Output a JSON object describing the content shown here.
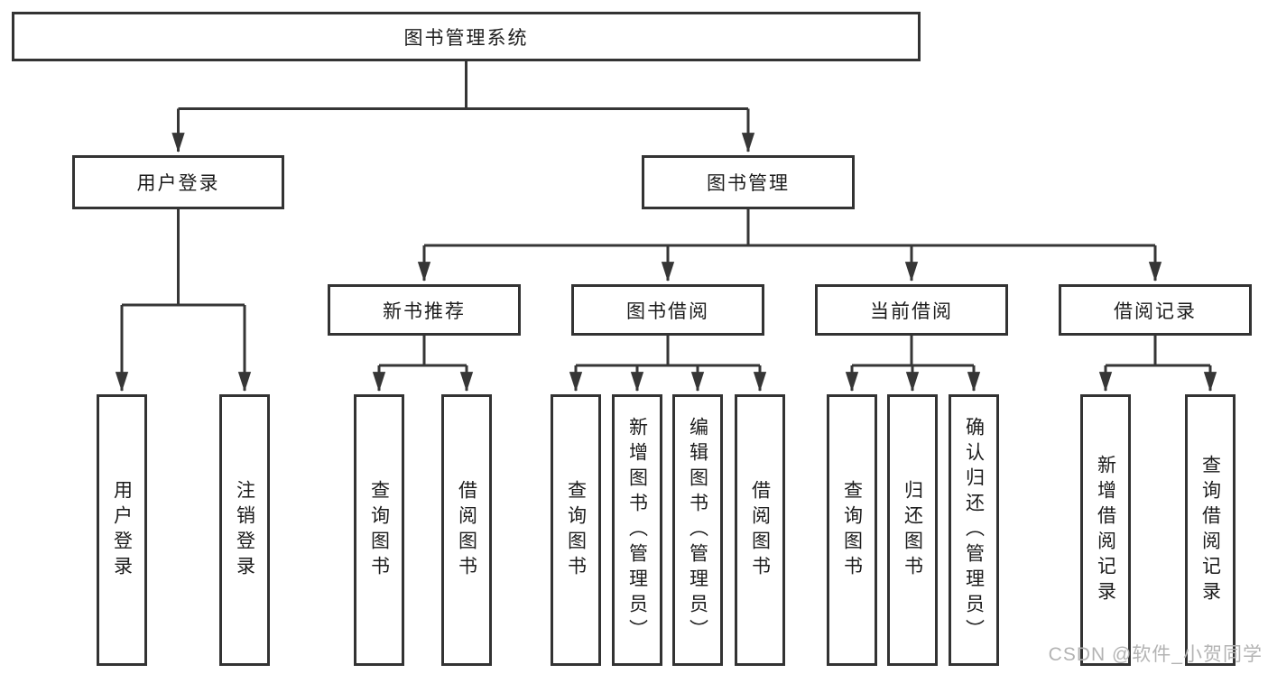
{
  "diagram": {
    "root": "图书管理系统",
    "level2": [
      "用户登录",
      "图书管理"
    ],
    "level3": [
      "新书推荐",
      "图书借阅",
      "当前借阅",
      "借阅记录"
    ],
    "leaves": {
      "user_login": [
        "用户登录",
        "注销登录"
      ],
      "new_book_recommend": [
        "查询图书",
        "借阅图书"
      ],
      "book_borrow": [
        "查询图书",
        "新增图书（管理员）",
        "编辑图书（管理员）",
        "借阅图书"
      ],
      "current_borrow": [
        "查询图书",
        "归还图书",
        "确认归还（管理员）"
      ],
      "borrow_record": [
        "新增借阅记录",
        "查询借阅记录"
      ]
    }
  },
  "watermark": {
    "text": "CSDN @软件_小贺同学"
  },
  "colors": {
    "line": "#363636",
    "box_border": "#333333",
    "text": "#1c1c1c",
    "watermark": "#b3b3b3",
    "background": "#ffffff"
  }
}
